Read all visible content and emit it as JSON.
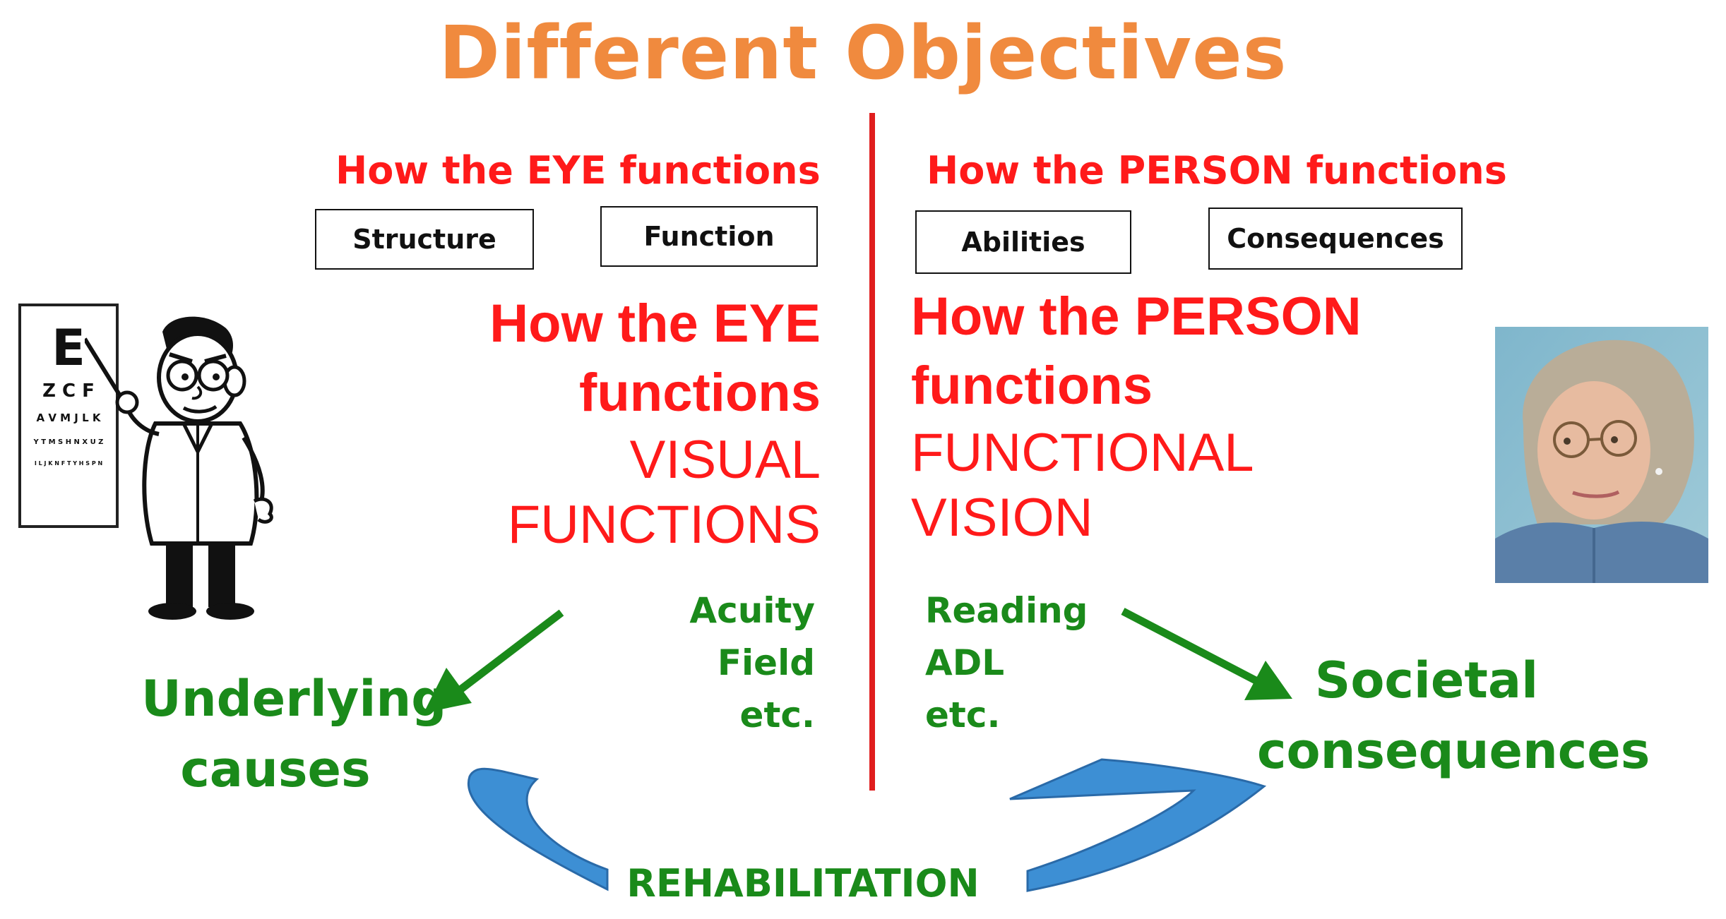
{
  "title": "Different Objectives",
  "left": {
    "heading": "How the EYE functions",
    "boxes": [
      "Structure",
      "Function"
    ],
    "big_line1": "How the EYE",
    "big_line2": "functions",
    "caps_line1": "VISUAL",
    "caps_line2": "FUNCTIONS",
    "examples": [
      "Acuity",
      "Field",
      "etc."
    ],
    "outcome_line1": "Underlying",
    "outcome_line2": "causes"
  },
  "right": {
    "heading": "How the PERSON functions",
    "boxes": [
      "Abilities",
      "Consequences"
    ],
    "big_line1": "How the PERSON",
    "big_line2": "functions",
    "caps_line1": "FUNCTIONAL",
    "caps_line2": "VISION",
    "examples": [
      "Reading",
      "ADL",
      "etc."
    ],
    "outcome_line1": "Societal",
    "outcome_line2": "consequences"
  },
  "eye_chart": {
    "rows": [
      "E",
      "Z C F",
      "A V M J L K",
      "Y T M S H N X U Z",
      "I L J K N F T Y H S P N"
    ]
  },
  "rehabilitation_label": "REHABILITATION",
  "colors": {
    "title": "#f08a3e",
    "red": "#ff1a1a",
    "green": "#1a8a1a",
    "blue": "#3d8fd4"
  }
}
